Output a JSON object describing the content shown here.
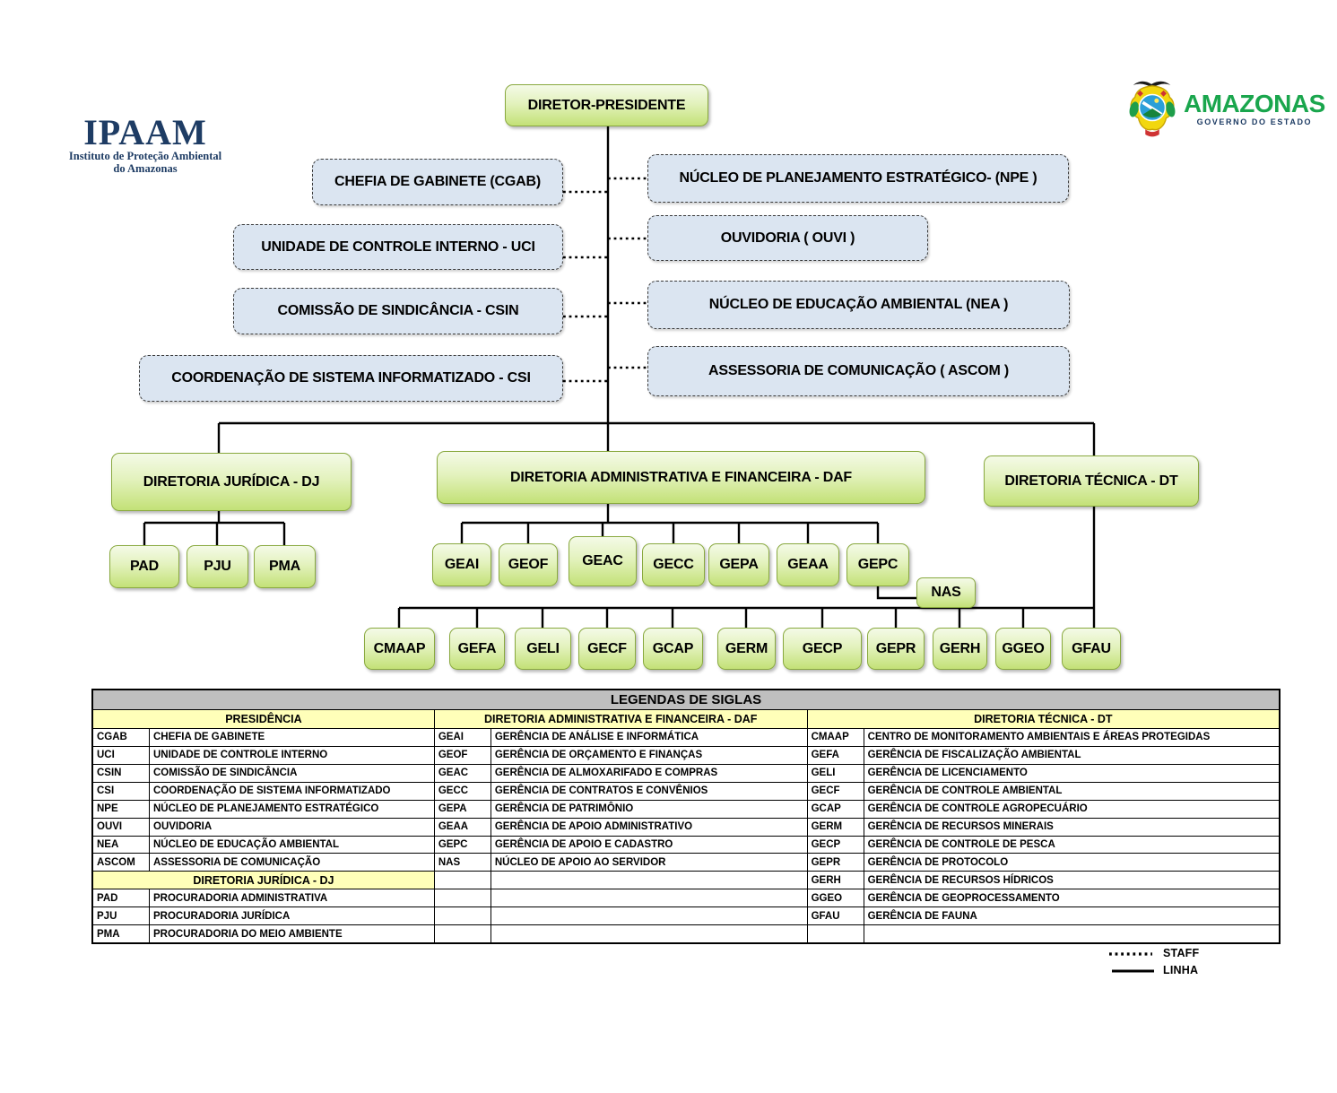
{
  "logos": {
    "ipaam": {
      "title": "IPAAM",
      "subtitle1": "Instituto de Proteção Ambiental",
      "subtitle2": "do Amazonas"
    },
    "amazonas": {
      "title": "AMAZONAS",
      "subtitle": "GOVERNO DO ESTADO"
    }
  },
  "org": {
    "president": "DIRETOR-PRESIDENTE",
    "staff_left": [
      "CHEFIA DE GABINETE  (CGAB)",
      "UNIDADE DE CONTROLE INTERNO - UCI",
      "COMISSÃO DE SINDICÂNCIA - CSIN",
      "COORDENAÇÃO DE SISTEMA INFORMATIZADO - CSI"
    ],
    "staff_right": [
      "NÚCLEO DE PLANEJAMENTO ESTRATÉGICO- (NPE )",
      "OUVIDORIA  ( OUVI )",
      "NÚCLEO DE EDUCAÇÃO AMBIENTAL (NEA )",
      "ASSESSORIA DE COMUNICAÇÃO ( ASCOM )"
    ],
    "directorates": {
      "dj": "DIRETORIA JURÍDICA - DJ",
      "daf": "DIRETORIA ADMINISTRATIVA E FINANCEIRA - DAF",
      "dt": "DIRETORIA TÉCNICA - DT"
    },
    "dj_children": [
      "PAD",
      "PJU",
      "PMA"
    ],
    "daf_children": [
      "GEAI",
      "GEOF",
      "GEAC",
      "GECC",
      "GEPA",
      "GEAA",
      "GEPC"
    ],
    "nas": "NAS",
    "dt_children": [
      "CMAAP",
      "GEFA",
      "GELI",
      "GECF",
      "GCAP",
      "GERM",
      "GECP",
      "GEPR",
      "GERH",
      "GGEO",
      "GFAU"
    ]
  },
  "legend": {
    "title": "LEGENDAS DE SIGLAS",
    "presidencia": {
      "header": "PRESIDÊNCIA",
      "rows": [
        {
          "code": "CGAB",
          "desc": "CHEFIA DE GABINETE"
        },
        {
          "code": "UCI",
          "desc": "UNIDADE DE CONTROLE INTERNO"
        },
        {
          "code": "CSIN",
          "desc": "COMISSÃO DE SINDICÂNCIA"
        },
        {
          "code": "CSI",
          "desc": "COORDENAÇÃO DE SISTEMA INFORMATIZADO"
        },
        {
          "code": "NPE",
          "desc": "NÚCLEO DE PLANEJAMENTO ESTRATÉGICO"
        },
        {
          "code": "OUVI",
          "desc": "OUVIDORIA"
        },
        {
          "code": "NEA",
          "desc": "NÚCLEO DE EDUCAÇÃO AMBIENTAL"
        },
        {
          "code": "ASCOM",
          "desc": "ASSESSORIA DE COMUNICAÇÃO"
        }
      ],
      "subheader": "DIRETORIA JURÍDICA - DJ",
      "rows2": [
        {
          "code": "PAD",
          "desc": "PROCURADORIA ADMINISTRATIVA"
        },
        {
          "code": "PJU",
          "desc": "PROCURADORIA JURÍDICA"
        },
        {
          "code": "PMA",
          "desc": "PROCURADORIA DO MEIO AMBIENTE"
        }
      ]
    },
    "daf": {
      "header": "DIRETORIA ADMINISTRATIVA E FINANCEIRA - DAF",
      "rows": [
        {
          "code": "GEAI",
          "desc": "GERÊNCIA DE ANÁLISE E INFORMÁTICA"
        },
        {
          "code": "GEOF",
          "desc": "GERÊNCIA DE ORÇAMENTO E FINANÇAS"
        },
        {
          "code": "GEAC",
          "desc": "GERÊNCIA DE ALMOXARIFADO E COMPRAS"
        },
        {
          "code": "GECC",
          "desc": "GERÊNCIA DE CONTRATOS E CONVÊNIOS"
        },
        {
          "code": "GEPA",
          "desc": "GERÊNCIA DE PATRIMÔNIO"
        },
        {
          "code": "GEAA",
          "desc": "GERÊNCIA DE APOIO ADMINISTRATIVO"
        },
        {
          "code": "GEPC",
          "desc": "GERÊNCIA DE APOIO E CADASTRO"
        },
        {
          "code": "NAS",
          "desc": "NÚCLEO DE APOIO AO SERVIDOR"
        }
      ]
    },
    "dt": {
      "header": "DIRETORIA TÉCNICA - DT",
      "rows": [
        {
          "code": "CMAAP",
          "desc": "CENTRO DE MONITORAMENTO AMBIENTAIS E ÁREAS PROTEGIDAS"
        },
        {
          "code": "GEFA",
          "desc": "GERÊNCIA DE FISCALIZAÇÃO AMBIENTAL"
        },
        {
          "code": "GELI",
          "desc": "GERÊNCIA DE LICENCIAMENTO"
        },
        {
          "code": "GECF",
          "desc": "GERÊNCIA DE CONTROLE AMBIENTAL"
        },
        {
          "code": "GCAP",
          "desc": "GERÊNCIA DE CONTROLE AGROPECUÁRIO"
        },
        {
          "code": "GERM",
          "desc": "GERÊNCIA DE RECURSOS MINERAIS"
        },
        {
          "code": "GECP",
          "desc": "GERÊNCIA DE CONTROLE DE PESCA"
        },
        {
          "code": "GEPR",
          "desc": "GERÊNCIA DE PROTOCOLO"
        },
        {
          "code": "GERH",
          "desc": "GERÊNCIA DE RECURSOS HÍDRICOS"
        },
        {
          "code": "GGEO",
          "desc": "GERÊNCIA DE GEOPROCESSAMENTO"
        },
        {
          "code": "GFAU",
          "desc": "GERÊNCIA DE FAUNA"
        }
      ]
    }
  },
  "line_legend": {
    "staff": "STAFF",
    "linha": "LINHA"
  },
  "colors": {
    "node_green_border": "#89a93f",
    "staff_blue_fill": "#dbe5f1",
    "table_title_gray": "#bfbfbf",
    "table_header_yellow": "#ffffb9",
    "ipaam_navy": "#1e3c64",
    "amazonas_green": "#1aa64d"
  }
}
